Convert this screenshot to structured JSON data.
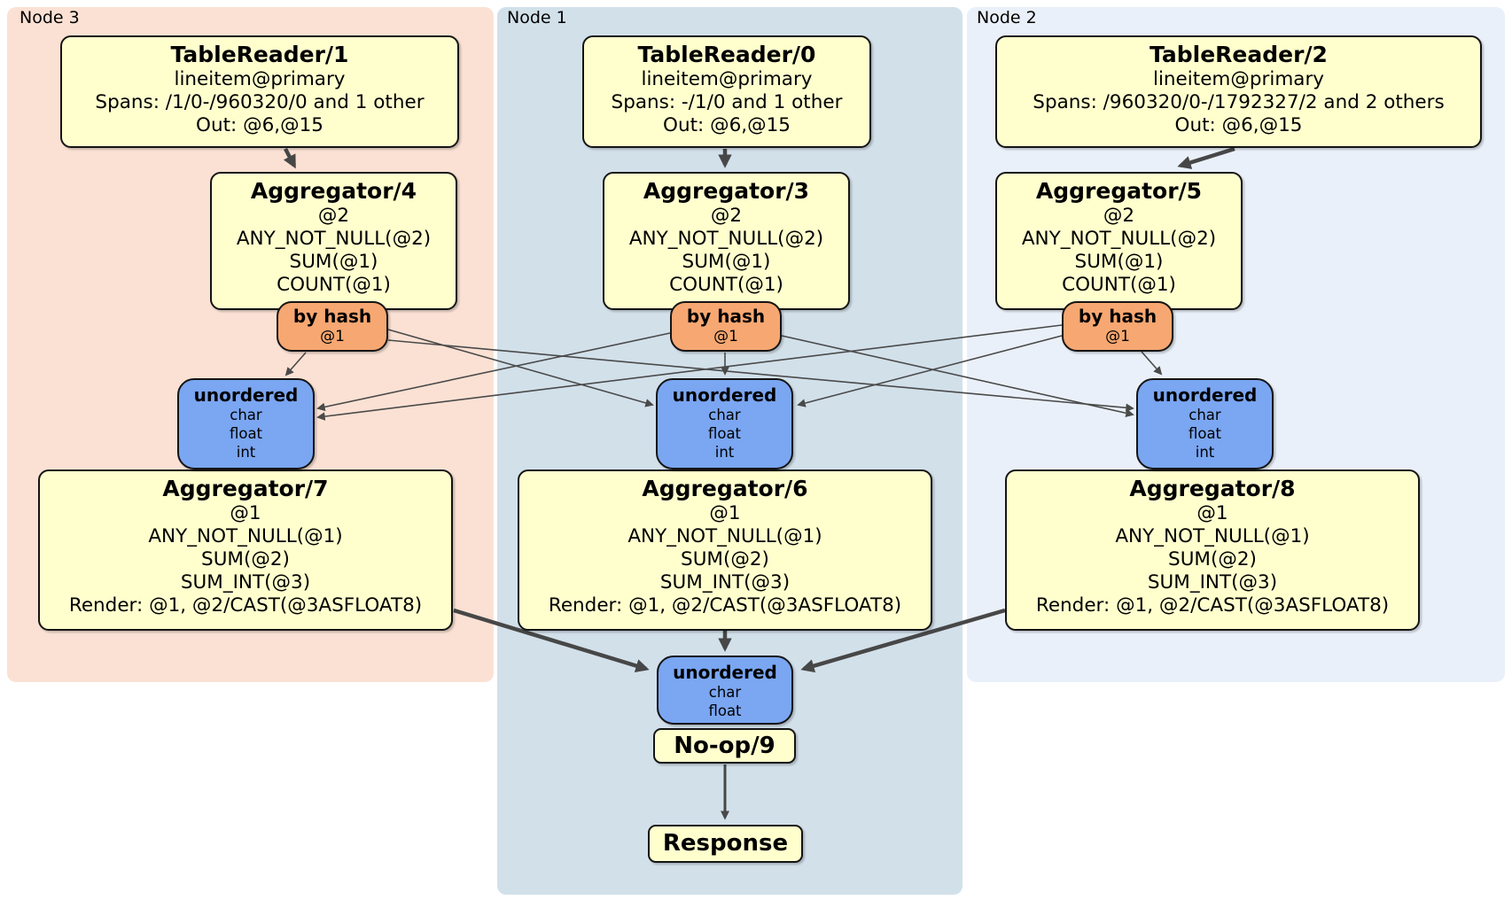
{
  "panels": [
    {
      "label": "Node 3",
      "processors": [
        {
          "kind": "tablereader",
          "title": "TableReader/1",
          "lines": [
            "lineitem@primary",
            "Spans: /1/0-/960320/0 and 1 other",
            "Out: @6,@15"
          ]
        },
        {
          "kind": "aggregator",
          "title": "Aggregator/4",
          "lines": [
            "@2",
            "ANY_NOT_NULL(@2)",
            "SUM(@1)",
            "COUNT(@1)"
          ]
        },
        {
          "kind": "router",
          "title": "by hash",
          "lines": [
            "@1"
          ]
        },
        {
          "kind": "sync",
          "title": "unordered",
          "lines": [
            "char",
            "float",
            "int"
          ]
        },
        {
          "kind": "aggregator",
          "title": "Aggregator/7",
          "lines": [
            "@1",
            "ANY_NOT_NULL(@1)",
            "SUM(@2)",
            "SUM_INT(@3)",
            "Render: @1, @2/CAST(@3ASFLOAT8)"
          ]
        }
      ]
    },
    {
      "label": "Node 1",
      "processors": [
        {
          "kind": "tablereader",
          "title": "TableReader/0",
          "lines": [
            "lineitem@primary",
            "Spans: -/1/0 and 1 other",
            "Out: @6,@15"
          ]
        },
        {
          "kind": "aggregator",
          "title": "Aggregator/3",
          "lines": [
            "@2",
            "ANY_NOT_NULL(@2)",
            "SUM(@1)",
            "COUNT(@1)"
          ]
        },
        {
          "kind": "router",
          "title": "by hash",
          "lines": [
            "@1"
          ]
        },
        {
          "kind": "sync",
          "title": "unordered",
          "lines": [
            "char",
            "float",
            "int"
          ]
        },
        {
          "kind": "aggregator",
          "title": "Aggregator/6",
          "lines": [
            "@1",
            "ANY_NOT_NULL(@1)",
            "SUM(@2)",
            "SUM_INT(@3)",
            "Render: @1, @2/CAST(@3ASFLOAT8)"
          ]
        }
      ]
    },
    {
      "label": "Node 2",
      "processors": [
        {
          "kind": "tablereader",
          "title": "TableReader/2",
          "lines": [
            "lineitem@primary",
            "Spans: /960320/0-/1792327/2 and 2 others",
            "Out: @6,@15"
          ]
        },
        {
          "kind": "aggregator",
          "title": "Aggregator/5",
          "lines": [
            "@2",
            "ANY_NOT_NULL(@2)",
            "SUM(@1)",
            "COUNT(@1)"
          ]
        },
        {
          "kind": "router",
          "title": "by hash",
          "lines": [
            "@1"
          ]
        },
        {
          "kind": "sync",
          "title": "unordered",
          "lines": [
            "char",
            "float",
            "int"
          ]
        },
        {
          "kind": "aggregator",
          "title": "Aggregator/8",
          "lines": [
            "@1",
            "ANY_NOT_NULL(@1)",
            "SUM(@2)",
            "SUM_INT(@3)",
            "Render: @1, @2/CAST(@3ASFLOAT8)"
          ]
        }
      ]
    }
  ],
  "final": {
    "sync": {
      "title": "unordered",
      "lines": [
        "char",
        "float"
      ]
    },
    "noop": {
      "title": "No-op/9"
    },
    "response": {
      "title": "Response"
    }
  },
  "colors": {
    "node3_bg": "#fbe1d4",
    "node1_bg": "#d2e0ea",
    "node2_bg": "#eaf0f9",
    "processor_bg": "#ffffce",
    "router_bg": "#f7a771",
    "sync_bg": "#7aa6f2",
    "edge": "#4a4a4a"
  },
  "graph": {
    "edges": [
      {
        "from": "TableReader/1",
        "to": "Aggregator/4"
      },
      {
        "from": "TableReader/0",
        "to": "Aggregator/3"
      },
      {
        "from": "TableReader/2",
        "to": "Aggregator/5"
      },
      {
        "from": "Aggregator/4",
        "to": "by hash (Node 3)"
      },
      {
        "from": "Aggregator/3",
        "to": "by hash (Node 1)"
      },
      {
        "from": "Aggregator/5",
        "to": "by hash (Node 2)"
      },
      {
        "from": "by hash (Node 3)",
        "to": "unordered (Node 3)"
      },
      {
        "from": "by hash (Node 3)",
        "to": "unordered (Node 1)"
      },
      {
        "from": "by hash (Node 3)",
        "to": "unordered (Node 2)"
      },
      {
        "from": "by hash (Node 1)",
        "to": "unordered (Node 3)"
      },
      {
        "from": "by hash (Node 1)",
        "to": "unordered (Node 1)"
      },
      {
        "from": "by hash (Node 1)",
        "to": "unordered (Node 2)"
      },
      {
        "from": "by hash (Node 2)",
        "to": "unordered (Node 3)"
      },
      {
        "from": "by hash (Node 2)",
        "to": "unordered (Node 1)"
      },
      {
        "from": "by hash (Node 2)",
        "to": "unordered (Node 2)"
      },
      {
        "from": "unordered (Node 3)",
        "to": "Aggregator/7"
      },
      {
        "from": "unordered (Node 1)",
        "to": "Aggregator/6"
      },
      {
        "from": "unordered (Node 2)",
        "to": "Aggregator/8"
      },
      {
        "from": "Aggregator/7",
        "to": "unordered (final)"
      },
      {
        "from": "Aggregator/6",
        "to": "unordered (final)"
      },
      {
        "from": "Aggregator/8",
        "to": "unordered (final)"
      },
      {
        "from": "unordered (final)",
        "to": "No-op/9"
      },
      {
        "from": "No-op/9",
        "to": "Response"
      }
    ]
  }
}
